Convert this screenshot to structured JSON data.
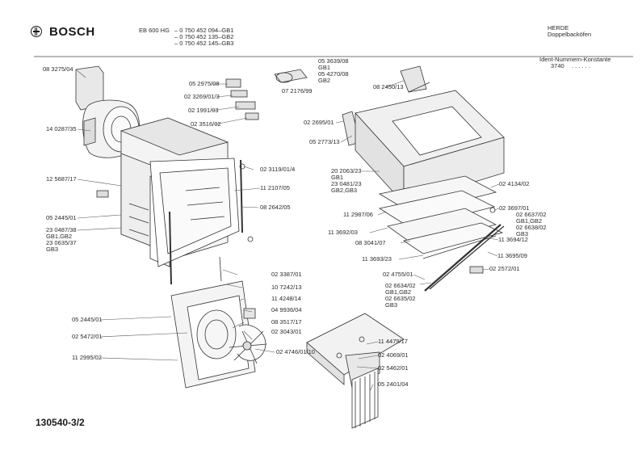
{
  "header": {
    "brand": "BOSCH",
    "model": "EB 600 HG",
    "variants": [
      "– 0 750 452 094–GB1",
      "– 0 750 452 135–GB2",
      "– 0 750 452 145–GB3"
    ],
    "category": [
      "HERDE",
      "Doppelbacköfen"
    ],
    "ident_label": "Ident-Nummern-Konstante",
    "ident_value": "3740",
    "ident_dots": ". . . . . ."
  },
  "footer": {
    "doc_number": "130540-3/2"
  },
  "labels": {
    "l01": "08 3275/04",
    "l02": "14 0287/35",
    "l03": "12 5687/17",
    "l04": "05 2445/01",
    "l05a": "23 0487/38",
    "l05b": "GB1,GB2",
    "l05c": "23 0635/37",
    "l05d": "GB3",
    "l06": "05 2975/08",
    "l07": "02 3269/01/3",
    "l08": "02 1991/03",
    "l09": "02 3516/02",
    "l10a": "05 3639/08",
    "l10b": "GB1",
    "l10c": "05 4270/08",
    "l10d": "GB2",
    "l11": "07 2176/99",
    "l12": "08 2450/13",
    "l13": "02 3119/01/4",
    "l14": "11 2107/05",
    "l15": "08 2642/05",
    "l16": "02 2695/01",
    "l17": "05 2773/13",
    "l18a": "20 2063/23",
    "l18b": "GB1",
    "l18c": "23 0481/23",
    "l18d": "GB2,GB3",
    "l19": "02 4134/02",
    "l20": "11 2987/06",
    "l21": "11 3692/03",
    "l22": "08 3041/07",
    "l23": "11 3693/23",
    "l24": "02 3697/01",
    "l25a": "02 6637/02",
    "l25b": "GB1,GB2",
    "l25c": "02 6638/02",
    "l25d": "GB3",
    "l26": "11 3694/12",
    "l27": "11 3695/09",
    "l28": "02 2572/01",
    "l29": "02 4755/01",
    "l30a": "02 6634/02",
    "l30b": "GB1,GB2",
    "l30c": "02 6635/02",
    "l30d": "GB3",
    "l31": "02 3387/01",
    "l32": "10 7242/13",
    "l33": "11 4248/14",
    "l34": "04 9936/04",
    "l35": "08 3517/17",
    "l36": "02 3043/01",
    "l37": "05 2445/01",
    "l38": "02 5472/01",
    "l39": "11 2995/02",
    "l40": "02 4746/01/10",
    "l41": "11 4479/17",
    "l42": "02 4069/01",
    "l43": "02 5462/01",
    "l44": "05 2401/04"
  }
}
